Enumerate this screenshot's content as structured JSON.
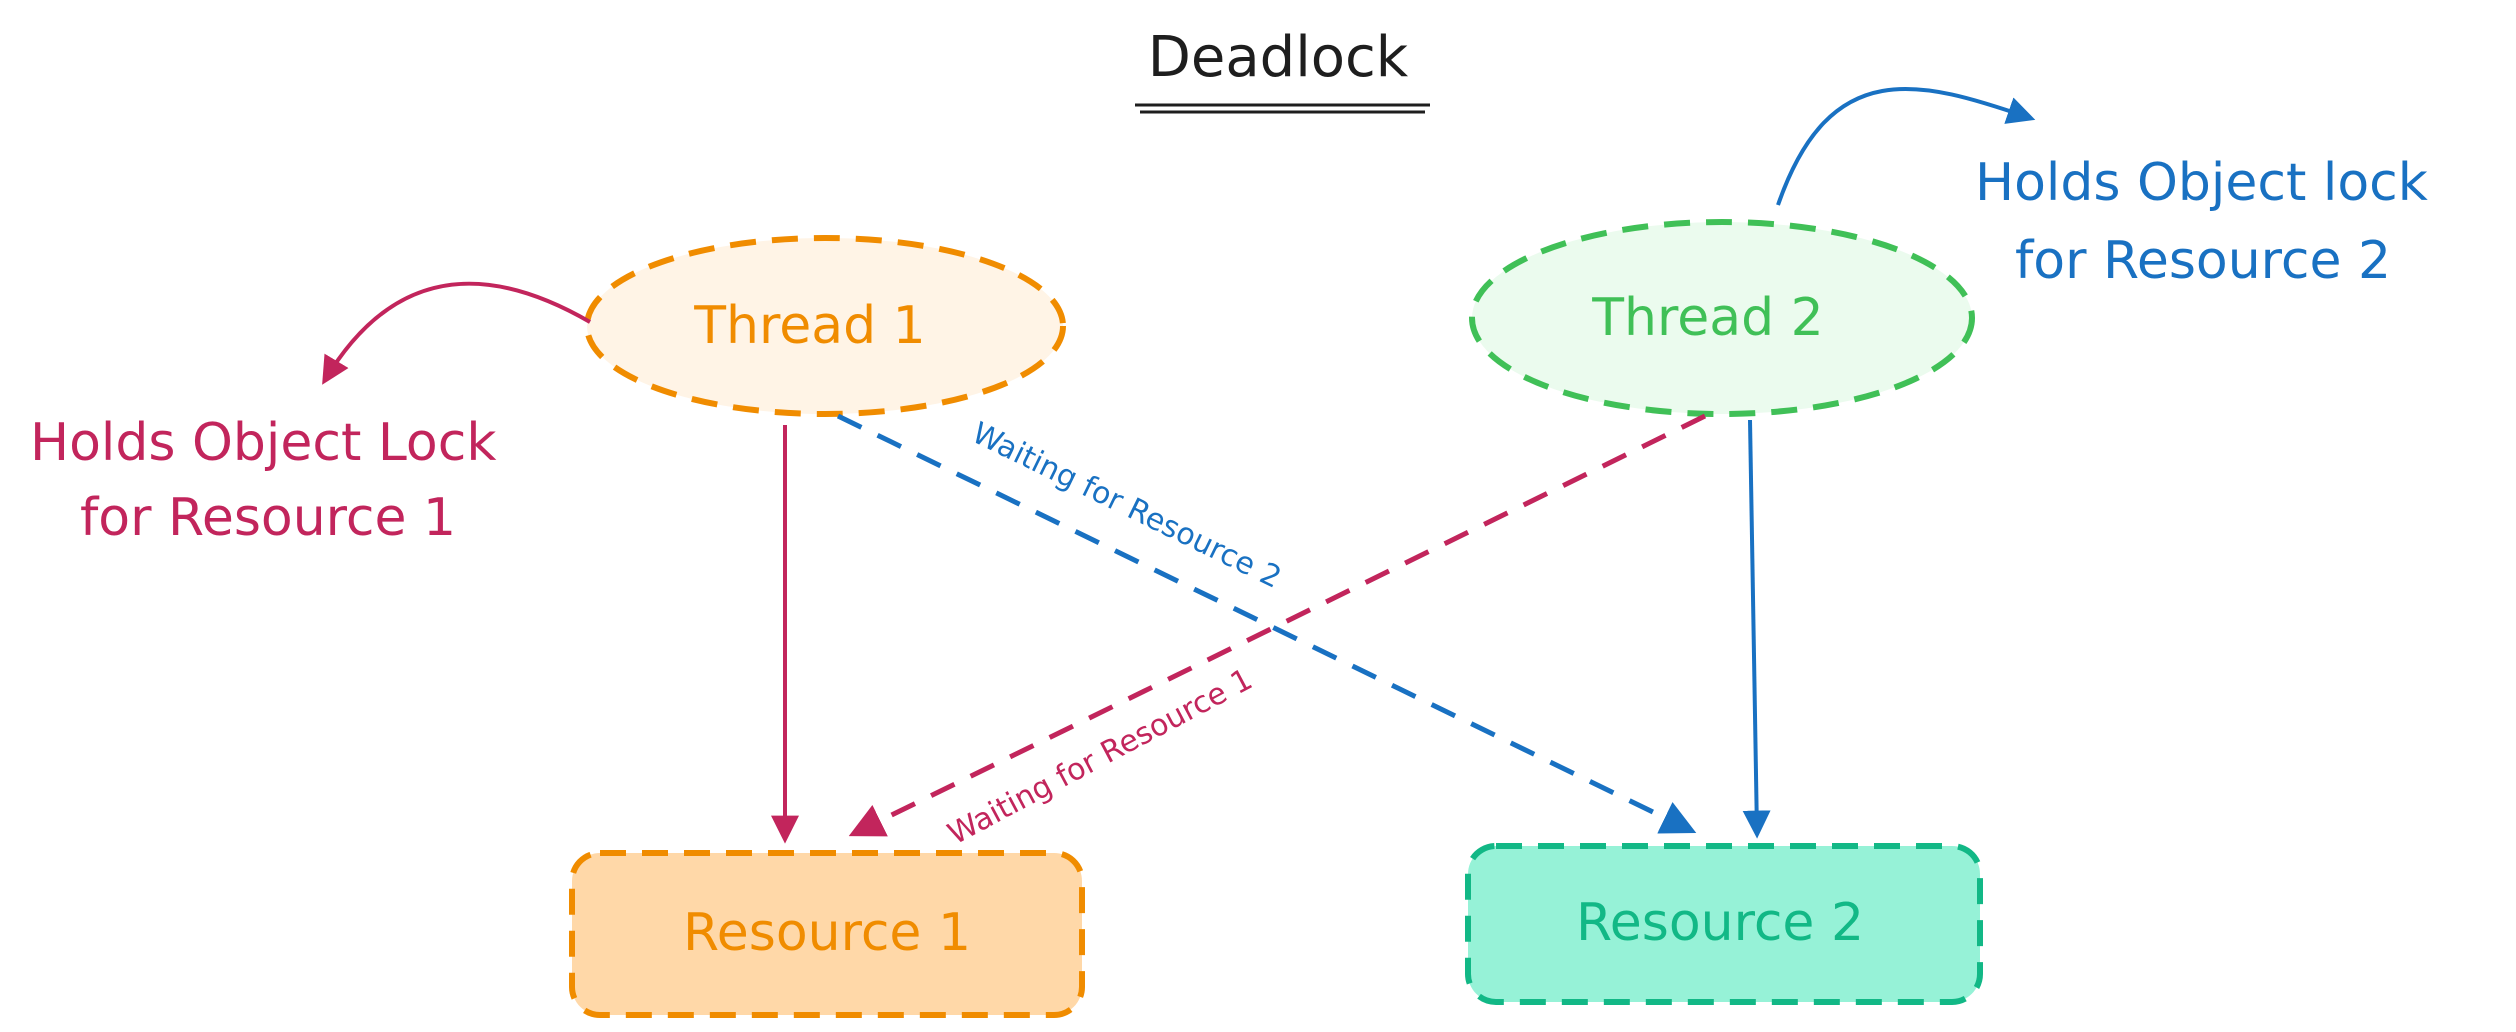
{
  "title": "Deadlock",
  "nodes": {
    "thread1": {
      "label": "Thread 1",
      "stroke": "#f08c00",
      "fill": "#fff4e6"
    },
    "thread2": {
      "label": "Thread 2",
      "stroke": "#40c057",
      "fill": "#ebfbee"
    },
    "resource1": {
      "label": "Resource 1",
      "stroke": "#f08c00",
      "fill": "#ffd8a8"
    },
    "resource2": {
      "label": "Resource 2",
      "stroke": "#12b886",
      "fill": "#96f2d7"
    }
  },
  "annotations": {
    "holds1": {
      "line1": "Holds Object Lock",
      "line2": "for Resource 1",
      "color": "#c2255c"
    },
    "holds2": {
      "line1": "Holds Object lock",
      "line2": "for Resource 2",
      "color": "#1971c2"
    }
  },
  "edges": {
    "wait1": {
      "label": "Waiting for Resource 1",
      "color": "#c2255c"
    },
    "wait2": {
      "label": "Waiting for Resource 2",
      "color": "#1971c2"
    }
  },
  "colors": {
    "title": "#1e1e1e"
  }
}
